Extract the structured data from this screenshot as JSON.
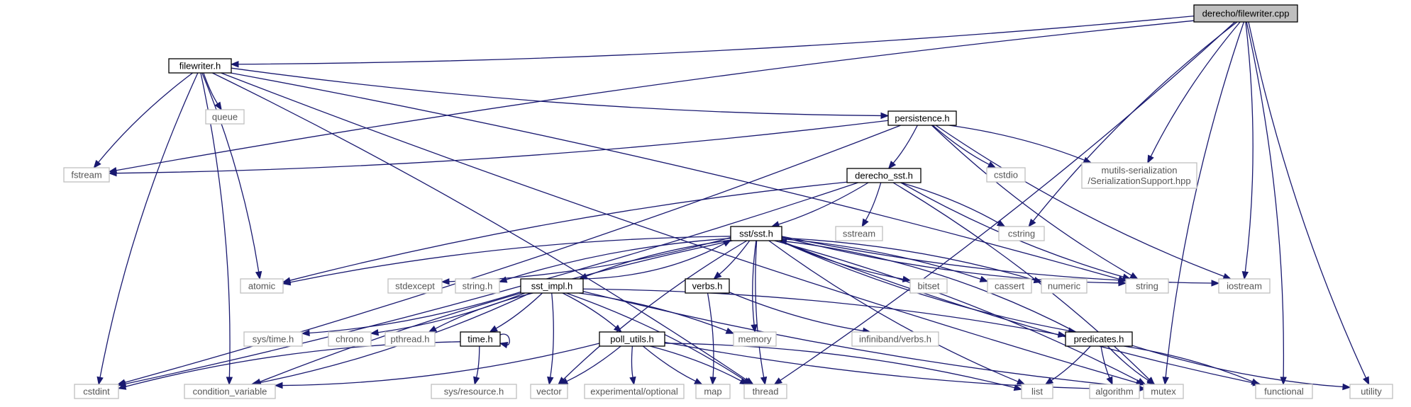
{
  "graph": {
    "nodes": [
      {
        "id": "filewriter_cpp",
        "lines": [
          "derecho/filewriter.cpp"
        ],
        "style": "root"
      },
      {
        "id": "filewriter_h",
        "lines": [
          "filewriter.h"
        ],
        "style": "solid"
      },
      {
        "id": "fstream",
        "lines": [
          "fstream"
        ],
        "style": "light"
      },
      {
        "id": "queue",
        "lines": [
          "queue"
        ],
        "style": "light"
      },
      {
        "id": "persistence_h",
        "lines": [
          "persistence.h"
        ],
        "style": "solid"
      },
      {
        "id": "mutils_serial",
        "lines": [
          "mutils-serialization",
          "/SerializationSupport.hpp"
        ],
        "style": "light"
      },
      {
        "id": "cstdio",
        "lines": [
          "cstdio"
        ],
        "style": "light"
      },
      {
        "id": "derecho_sst_h",
        "lines": [
          "derecho_sst.h"
        ],
        "style": "solid"
      },
      {
        "id": "sstream",
        "lines": [
          "sstream"
        ],
        "style": "light"
      },
      {
        "id": "cstring",
        "lines": [
          "cstring"
        ],
        "style": "light"
      },
      {
        "id": "sst_h",
        "lines": [
          "sst/sst.h"
        ],
        "style": "solid"
      },
      {
        "id": "atomic",
        "lines": [
          "atomic"
        ],
        "style": "light"
      },
      {
        "id": "stdexcept",
        "lines": [
          "stdexcept"
        ],
        "style": "light"
      },
      {
        "id": "string_h",
        "lines": [
          "string.h"
        ],
        "style": "light"
      },
      {
        "id": "sst_impl_h",
        "lines": [
          "sst_impl.h"
        ],
        "style": "solid"
      },
      {
        "id": "verbs_h",
        "lines": [
          "verbs.h"
        ],
        "style": "solid"
      },
      {
        "id": "bitset",
        "lines": [
          "bitset"
        ],
        "style": "light"
      },
      {
        "id": "cassert",
        "lines": [
          "cassert"
        ],
        "style": "light"
      },
      {
        "id": "numeric",
        "lines": [
          "numeric"
        ],
        "style": "light"
      },
      {
        "id": "string",
        "lines": [
          "string"
        ],
        "style": "light"
      },
      {
        "id": "iostream",
        "lines": [
          "iostream"
        ],
        "style": "light"
      },
      {
        "id": "sys_time_h",
        "lines": [
          "sys/time.h"
        ],
        "style": "light"
      },
      {
        "id": "chrono",
        "lines": [
          "chrono"
        ],
        "style": "light"
      },
      {
        "id": "pthread_h",
        "lines": [
          "pthread.h"
        ],
        "style": "light"
      },
      {
        "id": "time_h",
        "lines": [
          "time.h"
        ],
        "style": "solid"
      },
      {
        "id": "poll_utils_h",
        "lines": [
          "poll_utils.h"
        ],
        "style": "solid"
      },
      {
        "id": "memory",
        "lines": [
          "memory"
        ],
        "style": "light"
      },
      {
        "id": "infiniband_verbs_h",
        "lines": [
          "infiniband/verbs.h"
        ],
        "style": "light"
      },
      {
        "id": "predicates_h",
        "lines": [
          "predicates.h"
        ],
        "style": "solid"
      },
      {
        "id": "cstdint",
        "lines": [
          "cstdint"
        ],
        "style": "light"
      },
      {
        "id": "condition_variable",
        "lines": [
          "condition_variable"
        ],
        "style": "light"
      },
      {
        "id": "sys_resource_h",
        "lines": [
          "sys/resource.h"
        ],
        "style": "light"
      },
      {
        "id": "vector",
        "lines": [
          "vector"
        ],
        "style": "light"
      },
      {
        "id": "experimental_optional",
        "lines": [
          "experimental/optional"
        ],
        "style": "light"
      },
      {
        "id": "map",
        "lines": [
          "map"
        ],
        "style": "light"
      },
      {
        "id": "thread",
        "lines": [
          "thread"
        ],
        "style": "light"
      },
      {
        "id": "list",
        "lines": [
          "list"
        ],
        "style": "light"
      },
      {
        "id": "algorithm",
        "lines": [
          "algorithm"
        ],
        "style": "light"
      },
      {
        "id": "mutex",
        "lines": [
          "mutex"
        ],
        "style": "light"
      },
      {
        "id": "functional",
        "lines": [
          "functional"
        ],
        "style": "light"
      },
      {
        "id": "utility",
        "lines": [
          "utility"
        ],
        "style": "light"
      }
    ],
    "edges": [
      [
        "filewriter_cpp",
        "filewriter_h"
      ],
      [
        "filewriter_cpp",
        "fstream"
      ],
      [
        "filewriter_cpp",
        "mutils_serial"
      ],
      [
        "filewriter_cpp",
        "cstring"
      ],
      [
        "filewriter_cpp",
        "iostream"
      ],
      [
        "filewriter_cpp",
        "thread"
      ],
      [
        "filewriter_cpp",
        "mutex"
      ],
      [
        "filewriter_cpp",
        "functional"
      ],
      [
        "filewriter_cpp",
        "utility"
      ],
      [
        "filewriter_h",
        "fstream"
      ],
      [
        "filewriter_h",
        "queue"
      ],
      [
        "filewriter_h",
        "persistence_h"
      ],
      [
        "filewriter_h",
        "atomic"
      ],
      [
        "filewriter_h",
        "cstdint"
      ],
      [
        "filewriter_h",
        "condition_variable"
      ],
      [
        "filewriter_h",
        "thread"
      ],
      [
        "filewriter_h",
        "string"
      ],
      [
        "filewriter_h",
        "mutex"
      ],
      [
        "persistence_h",
        "fstream"
      ],
      [
        "persistence_h",
        "cstdint"
      ],
      [
        "persistence_h",
        "derecho_sst_h"
      ],
      [
        "persistence_h",
        "cstdio"
      ],
      [
        "persistence_h",
        "mutils_serial"
      ],
      [
        "persistence_h",
        "string"
      ],
      [
        "persistence_h",
        "iostream"
      ],
      [
        "derecho_sst_h",
        "atomic"
      ],
      [
        "derecho_sst_h",
        "cstdint"
      ],
      [
        "derecho_sst_h",
        "sst_h"
      ],
      [
        "derecho_sst_h",
        "sstream"
      ],
      [
        "derecho_sst_h",
        "cstring"
      ],
      [
        "derecho_sst_h",
        "string"
      ],
      [
        "derecho_sst_h",
        "mutex"
      ],
      [
        "sst_h",
        "atomic"
      ],
      [
        "sst_h",
        "stdexcept"
      ],
      [
        "sst_h",
        "string_h"
      ],
      [
        "sst_h",
        "sst_impl_h"
      ],
      [
        "sst_h",
        "condition_variable"
      ],
      [
        "sst_h",
        "vector"
      ],
      [
        "sst_h",
        "verbs_h"
      ],
      [
        "sst_h",
        "memory"
      ],
      [
        "sst_h",
        "thread"
      ],
      [
        "sst_h",
        "list"
      ],
      [
        "sst_h",
        "bitset"
      ],
      [
        "sst_h",
        "cassert"
      ],
      [
        "sst_h",
        "numeric"
      ],
      [
        "sst_h",
        "string"
      ],
      [
        "sst_h",
        "iostream"
      ],
      [
        "sst_h",
        "predicates_h"
      ],
      [
        "sst_h",
        "functional"
      ],
      [
        "sst_h",
        "mutex"
      ],
      [
        "sst_impl_h",
        "sst_h"
      ],
      [
        "sst_impl_h",
        "condition_variable"
      ],
      [
        "sst_impl_h",
        "sys_time_h"
      ],
      [
        "sst_impl_h",
        "chrono"
      ],
      [
        "sst_impl_h",
        "pthread_h"
      ],
      [
        "sst_impl_h",
        "time_h"
      ],
      [
        "sst_impl_h",
        "vector"
      ],
      [
        "sst_impl_h",
        "poll_utils_h"
      ],
      [
        "sst_impl_h",
        "memory"
      ],
      [
        "sst_impl_h",
        "thread"
      ],
      [
        "sst_impl_h",
        "mutex"
      ],
      [
        "sst_impl_h",
        "predicates_h"
      ],
      [
        "verbs_h",
        "infiniband_verbs_h"
      ],
      [
        "verbs_h",
        "map"
      ],
      [
        "time_h",
        "time_h"
      ],
      [
        "time_h",
        "cstdint"
      ],
      [
        "time_h",
        "sys_resource_h"
      ],
      [
        "poll_utils_h",
        "condition_variable"
      ],
      [
        "poll_utils_h",
        "vector"
      ],
      [
        "poll_utils_h",
        "experimental_optional"
      ],
      [
        "poll_utils_h",
        "map"
      ],
      [
        "poll_utils_h",
        "thread"
      ],
      [
        "poll_utils_h",
        "list"
      ],
      [
        "poll_utils_h",
        "mutex"
      ],
      [
        "predicates_h",
        "sst_h"
      ],
      [
        "predicates_h",
        "list"
      ],
      [
        "predicates_h",
        "algorithm"
      ],
      [
        "predicates_h",
        "mutex"
      ],
      [
        "predicates_h",
        "functional"
      ],
      [
        "predicates_h",
        "utility"
      ]
    ]
  },
  "colors": {
    "edge": "#191970",
    "solid_border": "#000000",
    "light_border": "#bfbfbf",
    "root_fill": "#bfbfbf"
  }
}
